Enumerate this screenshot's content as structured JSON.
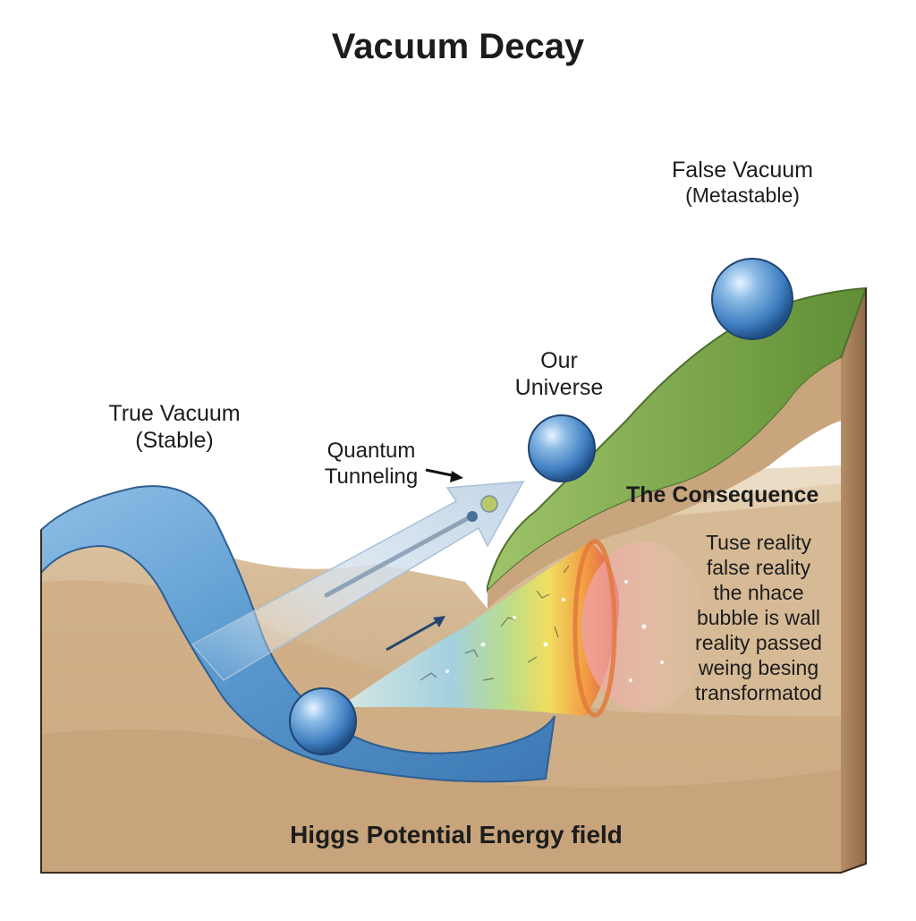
{
  "title": "Vacuum Decay",
  "labels": {
    "false_vacuum": "False Vacuum",
    "false_vacuum_note": "(Metastable)",
    "our_universe_line1": "Our",
    "our_universe_line2": "Universe",
    "true_vacuum": "True Vacuum",
    "true_vacuum_note": "(Stable)",
    "quantum_tunneling_line1": "Quantum",
    "quantum_tunneling_line2": "Tunneling",
    "consequence_heading": "The Consequence",
    "consequence_lines": [
      "Tuse reality",
      "false reality",
      "the nhace",
      "bubble is wall",
      "reality passed",
      "weing besing",
      "transformatod"
    ],
    "field": "Higgs Potential Energy field"
  },
  "icons": {
    "sphere": "sphere-icon",
    "arrow": "arrow-icon"
  },
  "colors": {
    "ground": "#c9a982",
    "ground_light": "#dcc3a1",
    "ground_side": "#b48d68",
    "hill_green": "#79a445",
    "true_vacuum_blue": "#5b9bd0",
    "sphere_blue": "#3f7ec0"
  }
}
